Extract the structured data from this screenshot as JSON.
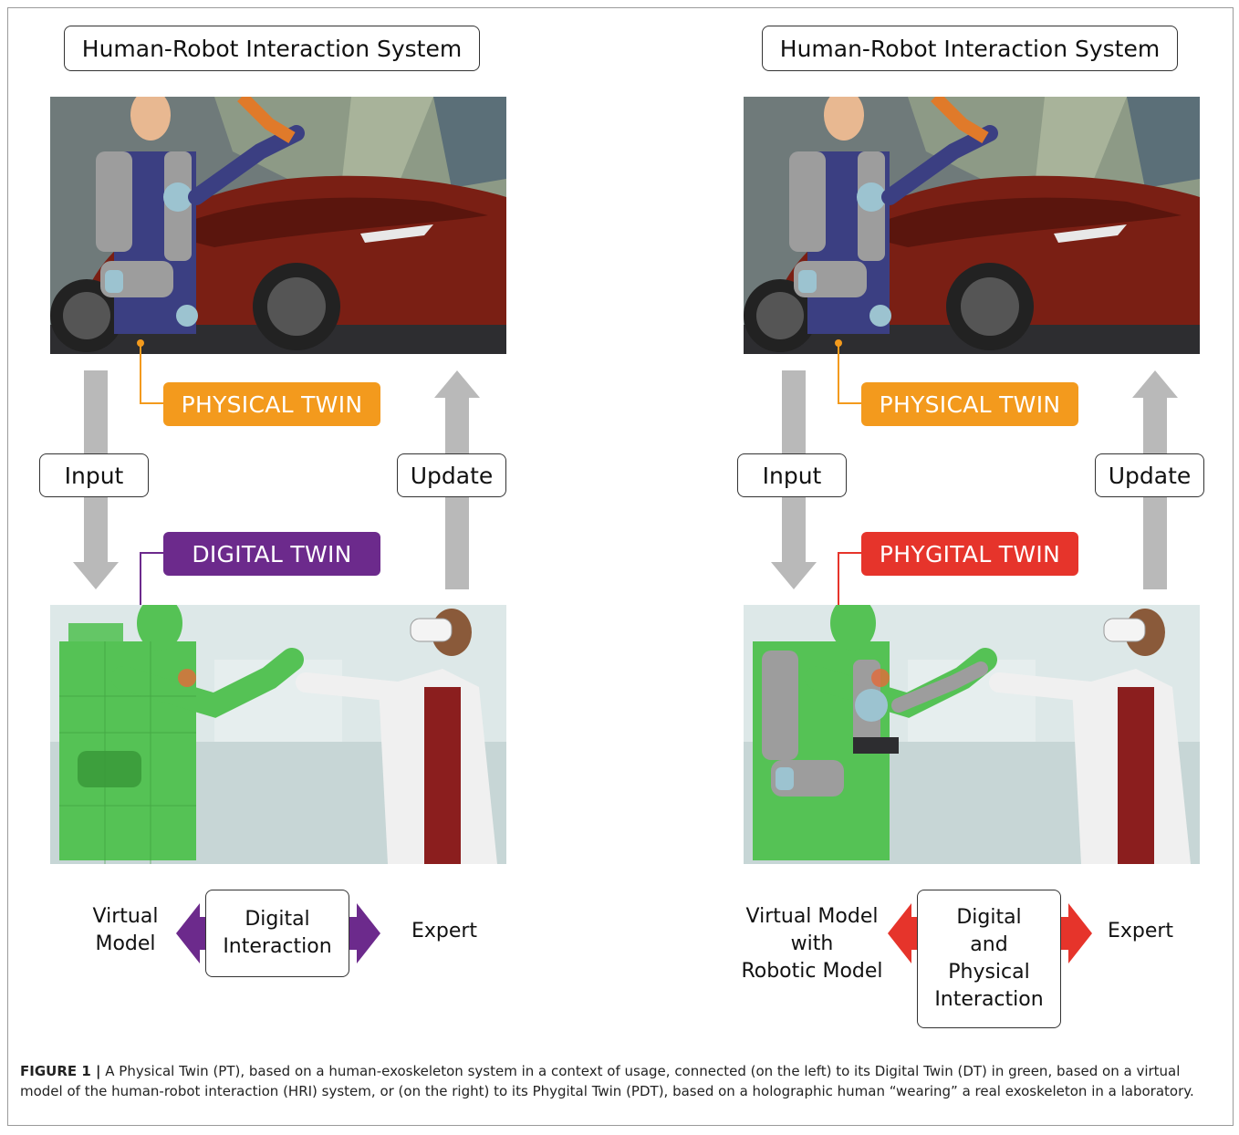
{
  "left": {
    "title": "Human-Robot Interaction System",
    "input_label": "Input",
    "update_label": "Update",
    "upper_tag": "PHYSICAL TWIN",
    "lower_tag": "DIGITAL TWIN",
    "left_side": "Virtual\nModel",
    "center": "Digital\nInteraction",
    "right_side": "Expert"
  },
  "right": {
    "title": "Human-Robot Interaction System",
    "input_label": "Input",
    "update_label": "Update",
    "upper_tag": "PHYSICAL TWIN",
    "lower_tag": "PHYGITAL TWIN",
    "left_side": "Virtual Model\nwith\nRobotic Model",
    "center": "Digital\nand\nPhysical\nInteraction",
    "right_side": "Expert"
  },
  "colors": {
    "physical": "#f39a1d",
    "digital": "#6c2a8c",
    "phygital": "#e6342b",
    "arrow_gray": "#b9b9b9"
  },
  "caption": {
    "label": "FIGURE 1 |",
    "text": " A Physical Twin (PT), based on a human-exoskeleton system in a context of usage, connected (on the left) to its Digital Twin (DT) in green, based on a virtual model of the human-robot interaction (HRI) system, or (on the right) to its Phygital Twin (PDT), based on a holographic human “wearing” a real exoskeleton in a laboratory."
  }
}
